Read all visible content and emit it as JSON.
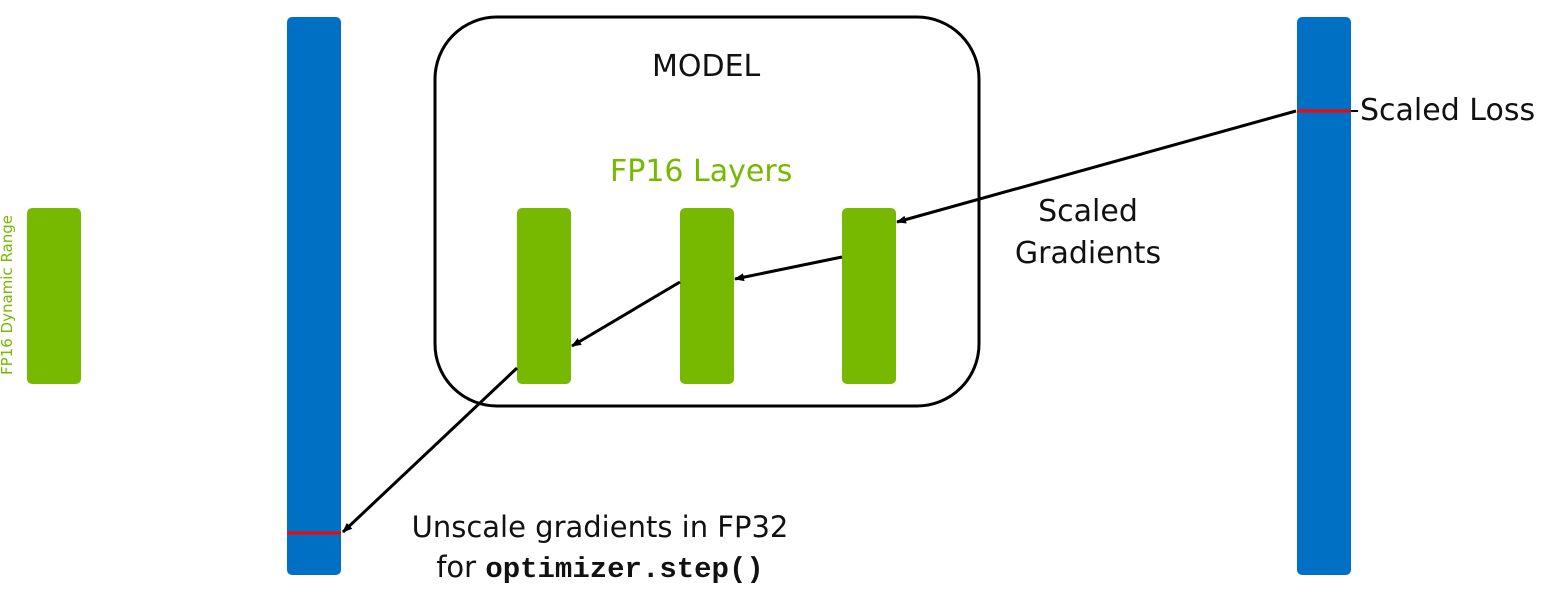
{
  "model": {
    "title": "MODEL",
    "layers_label": "FP16 Layers"
  },
  "left_bar": {
    "label": "FP16 Dynamic Range"
  },
  "scaled_loss": {
    "label": "Scaled Loss"
  },
  "scaled_gradients": {
    "line1": "Scaled",
    "line2": "Gradients"
  },
  "unscale": {
    "line1": "Unscale gradients in FP32",
    "line2_prefix": "for ",
    "line2_code": "optimizer.step()"
  },
  "colors": {
    "fp32_bar": "#0070c5",
    "fp16_layer": "#76b900",
    "marker": "#ff0000",
    "stroke": "#000000"
  }
}
